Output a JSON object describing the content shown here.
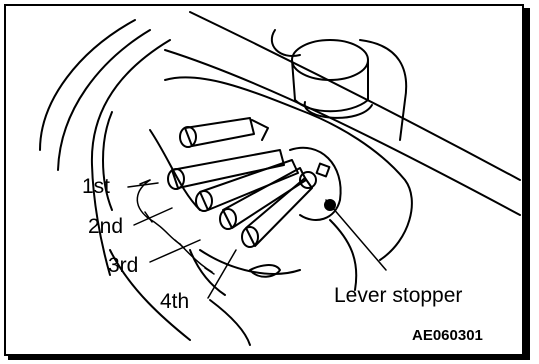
{
  "labels": {
    "first": "1st",
    "second": "2nd",
    "third": "3rd",
    "fourth": "4th",
    "lever_stopper": "Lever stopper"
  },
  "figure_code": "AE060301"
}
